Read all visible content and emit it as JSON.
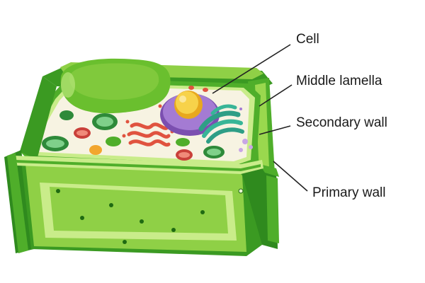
{
  "labels": {
    "cell": "Cell",
    "middle_lamella": "Middle lamella",
    "secondary_wall": "Secondary wall",
    "primary_wall": "Primary wall"
  },
  "colors": {
    "wall_dark": "#2f8a1e",
    "wall_mid": "#4fae2a",
    "wall_light": "#8fd046",
    "wall_pale": "#c9ec8a",
    "cytoplasm": "#f7f3e2",
    "vacuole": "#6abf2e",
    "nucleus": "#9b6fc7",
    "nucleolus": "#f2c12e",
    "golgi": "#2e9e86",
    "mitochondria": "#e0533f",
    "leader_line": "#222222"
  },
  "icons": [
    "plant-cell-illustration"
  ]
}
